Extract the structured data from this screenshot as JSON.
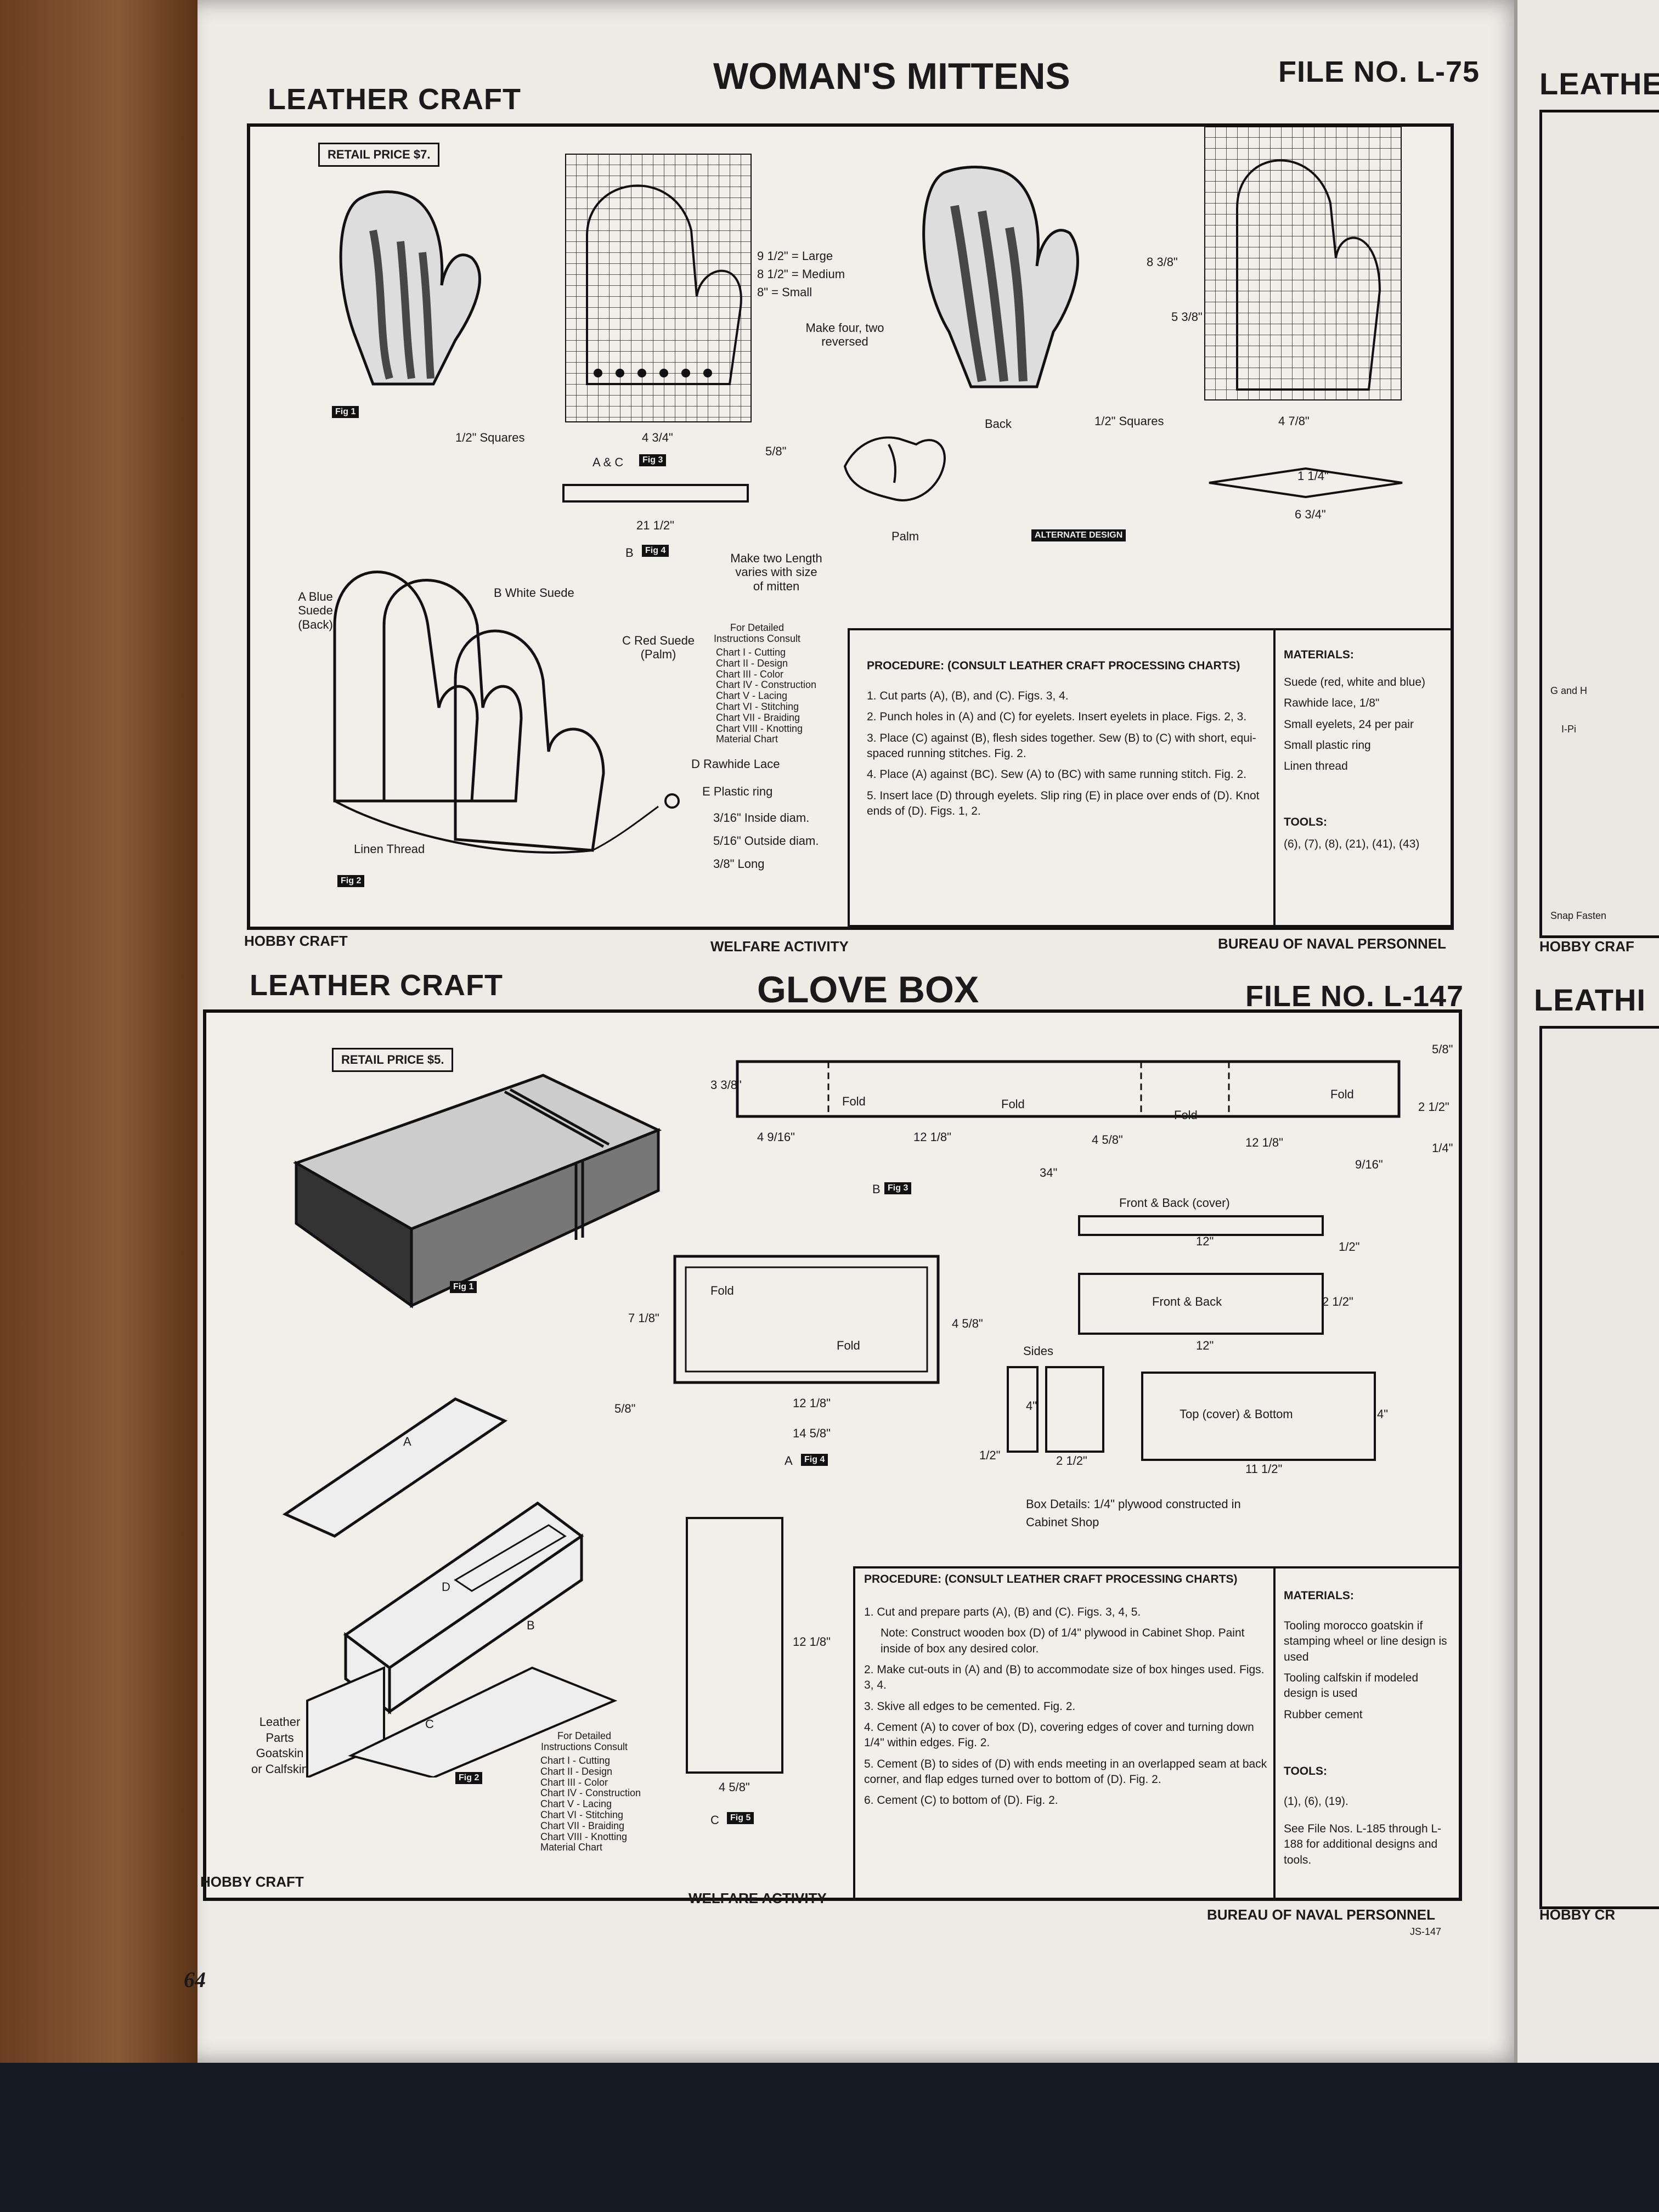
{
  "page_number": "64",
  "top_sheet": {
    "left_header": "LEATHER CRAFT",
    "title": "WOMAN'S MITTENS",
    "file_no": "FILE NO. L-75",
    "retail_price": "RETAIL PRICE  $7.",
    "sizes": [
      "9 1/2\" = Large",
      "8 1/2\" = Medium",
      "8\" = Small"
    ],
    "make_four": "Make four, two reversed",
    "squares_label": "1/2\" Squares",
    "dim_4_3_4": "4 3/4\"",
    "dim_4_7_8": "4 7/8\"",
    "dim_8_3_8": "8 3/8\"",
    "dim_5_3_8": "5 3/8\"",
    "dim_5_8": "5/8\"",
    "dim_21_1_2": "21 1/2\"",
    "dim_1_1_4": "1 1/4\"",
    "dim_6_3_4": "6 3/4\"",
    "label_ac_fig3": "A & C",
    "fig3": "Fig 3",
    "label_b_fig4": "B",
    "fig4": "Fig 4",
    "fig1": "Fig 1",
    "fig2": "Fig 2",
    "back_label": "Back",
    "palm_label": "Palm",
    "alternate_design": "ALTERNATE DESIGN",
    "make_two": "Make two Length varies with size of mitten",
    "consult_title": "For Detailed Instructions Consult",
    "charts": [
      "Chart I - Cutting",
      "Chart II - Design",
      "Chart III - Color",
      "Chart IV - Construction",
      "Chart V - Lacing",
      "Chart VI - Stitching",
      "Chart VII - Braiding",
      "Chart VIII - Knotting",
      "Material Chart"
    ],
    "part_a": "A Blue Suede (Back)",
    "part_b": "B White Suede",
    "part_c": "C Red Suede (Palm)",
    "part_d": "D Rawhide Lace",
    "part_e": "E Plastic ring",
    "ring_specs": [
      "3/16\" Inside diam.",
      "5/16\" Outside diam.",
      "3/8\" Long"
    ],
    "linen_thread": "Linen Thread",
    "procedure_title": "PROCEDURE: (CONSULT LEATHER CRAFT PROCESSING CHARTS)",
    "procedure": [
      "1. Cut parts (A), (B), and (C). Figs. 3, 4.",
      "2. Punch holes in (A) and (C) for eyelets. Insert eyelets in place. Figs. 2, 3.",
      "3. Place (C) against (B), flesh sides together. Sew (B) to (C) with short, equi-spaced running stitches. Fig. 2.",
      "4. Place (A) against (BC). Sew (A) to (BC) with same running stitch. Fig. 2.",
      "5. Insert lace (D) through eyelets. Slip ring (E) in place over ends of (D). Knot ends of (D). Figs. 1, 2."
    ],
    "materials_title": "MATERIALS:",
    "materials": [
      "Suede (red, white and blue)",
      "Rawhide lace, 1/8\"",
      "Small eyelets, 24 per pair",
      "Small plastic ring",
      "Linen thread"
    ],
    "tools_title": "TOOLS:",
    "tools": "(6), (7), (8), (21), (41), (43)",
    "footer_left": "HOBBY CRAFT",
    "footer_center": "WELFARE ACTIVITY",
    "footer_right": "BUREAU OF NAVAL PERSONNEL"
  },
  "bottom_sheet": {
    "left_header": "LEATHER CRAFT",
    "title": "GLOVE BOX",
    "file_no": "FILE NO. L-147",
    "retail_price": "RETAIL PRICE  $5.",
    "fig1": "Fig 1",
    "fig2": "Fig 2",
    "fig3": "Fig 3",
    "fig4": "Fig 4",
    "fig5": "Fig 5",
    "fold": "Fold",
    "dims_strip": [
      "3 3/8\"",
      "4 9/16\"",
      "12 1/8\"",
      "4 5/8\"",
      "12 1/8\"",
      "9/16\"",
      "34\"",
      "5/8\"",
      "2 1/2\"",
      "1/4\""
    ],
    "label_b": "B",
    "label_a": "A",
    "label_c": "C",
    "dims_a": [
      "7 1/8\"",
      "12 1/8\"",
      "14 5/8\"",
      "5/8\"",
      "4 5/8\""
    ],
    "front_back_cover": "Front & Back (cover)",
    "front_back": "Front & Back",
    "sides": "Sides",
    "top_bottom": "Top (cover) & Bottom",
    "dim_12": "12\"",
    "dim_1_2": "1/2\"",
    "dim_2_1_2": "2 1/2\"",
    "dim_4": "4\"",
    "dim_11_1_2": "11 1/2\"",
    "dim_12_1_8": "12 1/8\"",
    "dim_4_5_8": "4 5/8\"",
    "box_details": "Box Details: 1/4\" plywood constructed in Cabinet Shop",
    "leather_parts": "Leather Parts Goatskin or Calfskin",
    "part_a": "A",
    "part_b": "B",
    "part_c": "C",
    "part_d": "D",
    "consult_title": "For Detailed Instructions Consult",
    "charts": [
      "Chart I - Cutting",
      "Chart II - Design",
      "Chart III - Color",
      "Chart IV - Construction",
      "Chart V - Lacing",
      "Chart VI - Stitching",
      "Chart VII - Braiding",
      "Chart VIII - Knotting",
      "Material Chart"
    ],
    "procedure_title": "PROCEDURE: (CONSULT LEATHER CRAFT PROCESSING CHARTS)",
    "procedure": [
      "1. Cut and prepare parts (A), (B) and (C). Figs. 3, 4, 5.",
      "Note: Construct wooden box (D) of 1/4\" plywood in Cabinet Shop. Paint inside of box any desired color.",
      "2. Make cut-outs in (A) and (B) to accommodate size of box hinges used. Figs. 3, 4.",
      "3. Skive all edges to be cemented. Fig. 2.",
      "4. Cement (A) to cover of box (D), covering edges of cover and turning down 1/4\" within edges. Fig. 2.",
      "5. Cement (B) to sides of (D) with ends meeting in an overlapped seam at back corner, and flap edges turned over to bottom of (D). Fig. 2.",
      "6. Cement (C) to bottom of (D). Fig. 2."
    ],
    "materials_title": "MATERIALS:",
    "materials": [
      "Tooling morocco goatskin if stamping wheel or line design is used",
      "Tooling calfskin if modeled design is used",
      "Rubber cement"
    ],
    "tools_title": "TOOLS:",
    "tools": "(1), (6), (19).",
    "see_file": "See File Nos. L-185 through L-188 for additional designs and tools.",
    "footer_left": "HOBBY CRAFT",
    "footer_center": "WELFARE ACTIVITY",
    "footer_right": "BUREAU OF NAVAL PERSONNEL",
    "code": "JS-147"
  },
  "right_page": {
    "header_top": "LEATHE",
    "header_bottom": "LEATHI",
    "footer_top": "HOBBY CRAF",
    "footer_bottom": "HOBBY CR",
    "snap": "Snap Fasten",
    "g_and_h": "G and H",
    "i_pi": "I-Pi"
  }
}
